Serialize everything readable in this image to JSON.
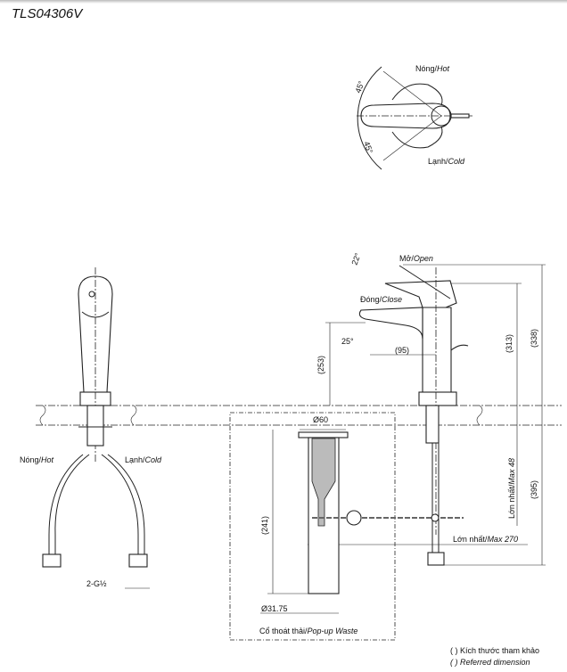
{
  "title": "TLS04306V",
  "top_view": {
    "hot_label": "Nóng/",
    "hot_label_en": "Hot",
    "cold_label": "Lạnh/",
    "cold_label_en": "Cold",
    "angle_hot": "45°",
    "angle_cold": "45°"
  },
  "front_view": {
    "hot_label": "Nóng/",
    "hot_label_en": "Hot",
    "cold_label": "Lạnh/",
    "cold_label_en": "Cold",
    "thread": "2-G½"
  },
  "side_view": {
    "open_label": "Mở/",
    "open_label_en": "Open",
    "close_label": "Đóng/",
    "close_label_en": "Close",
    "angle_open": "22°",
    "angle_spout": "25°",
    "reach": "(95)",
    "spout_height": "(253)",
    "handle_height": "(313)",
    "total_height": "(338)",
    "below_counter": "(395)",
    "max_thickness": "Lớn nhất/",
    "max_thickness_en": "Max 48",
    "max_rod": "Lớn nhất/",
    "max_rod_en": "Max 270"
  },
  "waste": {
    "diameter_top": "Ø60",
    "length": "(241)",
    "diameter_pipe": "Ø31.75",
    "label": "Cổ thoát thải/",
    "label_en": "Pop-up Waste"
  },
  "legend": {
    "line1": "(   ) Kích thước tham khảo",
    "line2": "(   ) Referred dimension"
  }
}
